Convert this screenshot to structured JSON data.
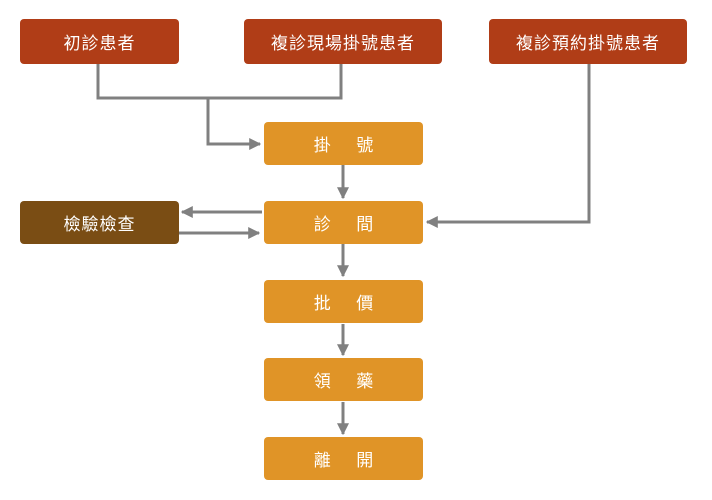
{
  "colors": {
    "entry_box": "#b03d17",
    "step_box": "#e09427",
    "side_box": "#7a4d14",
    "connector": "#808080",
    "text": "#ffffff"
  },
  "entries": {
    "first_visit": "初診患者",
    "return_onsite": "複診現場掛號患者",
    "return_reserved": "複診預約掛號患者"
  },
  "steps": [
    "掛 號",
    "診 間",
    "批 價",
    "領 藥",
    "離 開"
  ],
  "side": {
    "examination": "檢驗檢查"
  }
}
